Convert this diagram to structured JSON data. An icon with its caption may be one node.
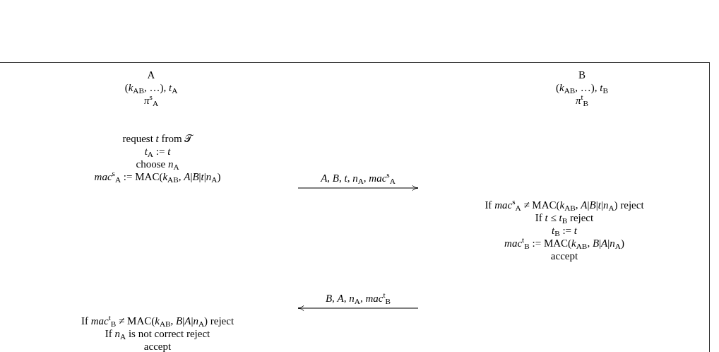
{
  "diagram": {
    "nodes": [
      {
        "text": [],
        "shape": "box"
      },
      {
        "text": [
          "A",
          "(*k*$_{AB}$, …), *t*$_{A}$",
          "*π*$^{s}$$_{A}$"
        ],
        "in": 0
      },
      {
        "text": [
          "request *t* from 𝒯",
          "*t*$_{A}$ := *t*",
          "choose *n*$_{A}$",
          "*mac*$^{s}$$_{A}$ := MAC(*k*$_{AB}$, *A*|*B*|*t*|*n*$_{A}$)"
        ],
        "in": 0
      },
      {
        "text": [
          "B",
          "(*k*$_{AB}$, …), *t*$_{B}$",
          "*π*$^{t}$$_{B}$"
        ],
        "in": 0
      },
      {
        "text": [
          "If *mac*$^{s}$$_{A}$ ≠ MAC(*k*$_{AB}$, *A*|*B*|*t*|*n*$_{A}$) reject",
          "If *t* ≤ *t*$_{B}$ reject",
          "*t*$_{B}$ := *t*",
          "*mac*$^{t}$$_{B}$ := MAC(*k*$_{AB}$, *B*|*A*|*n*$_{A}$)",
          "accept"
        ],
        "in": 0
      },
      {
        "text": [
          "If *mac*$^{t}$$_{B}$ ≠ MAC(*k*$_{AB}$, *B*|*A*|*n*$_{A}$) reject",
          "If *n*$_{A}$ is not correct reject",
          "accept"
        ],
        "in": 0
      }
    ],
    "labels": [
      "*A*, *B*, *t*, *n*$_{A}$, *mac*$^{s}$$_{A}$",
      "*B*, *A*, *n*$_{A}$, *mac*$^{t}$$_{B}$"
    ]
  }
}
